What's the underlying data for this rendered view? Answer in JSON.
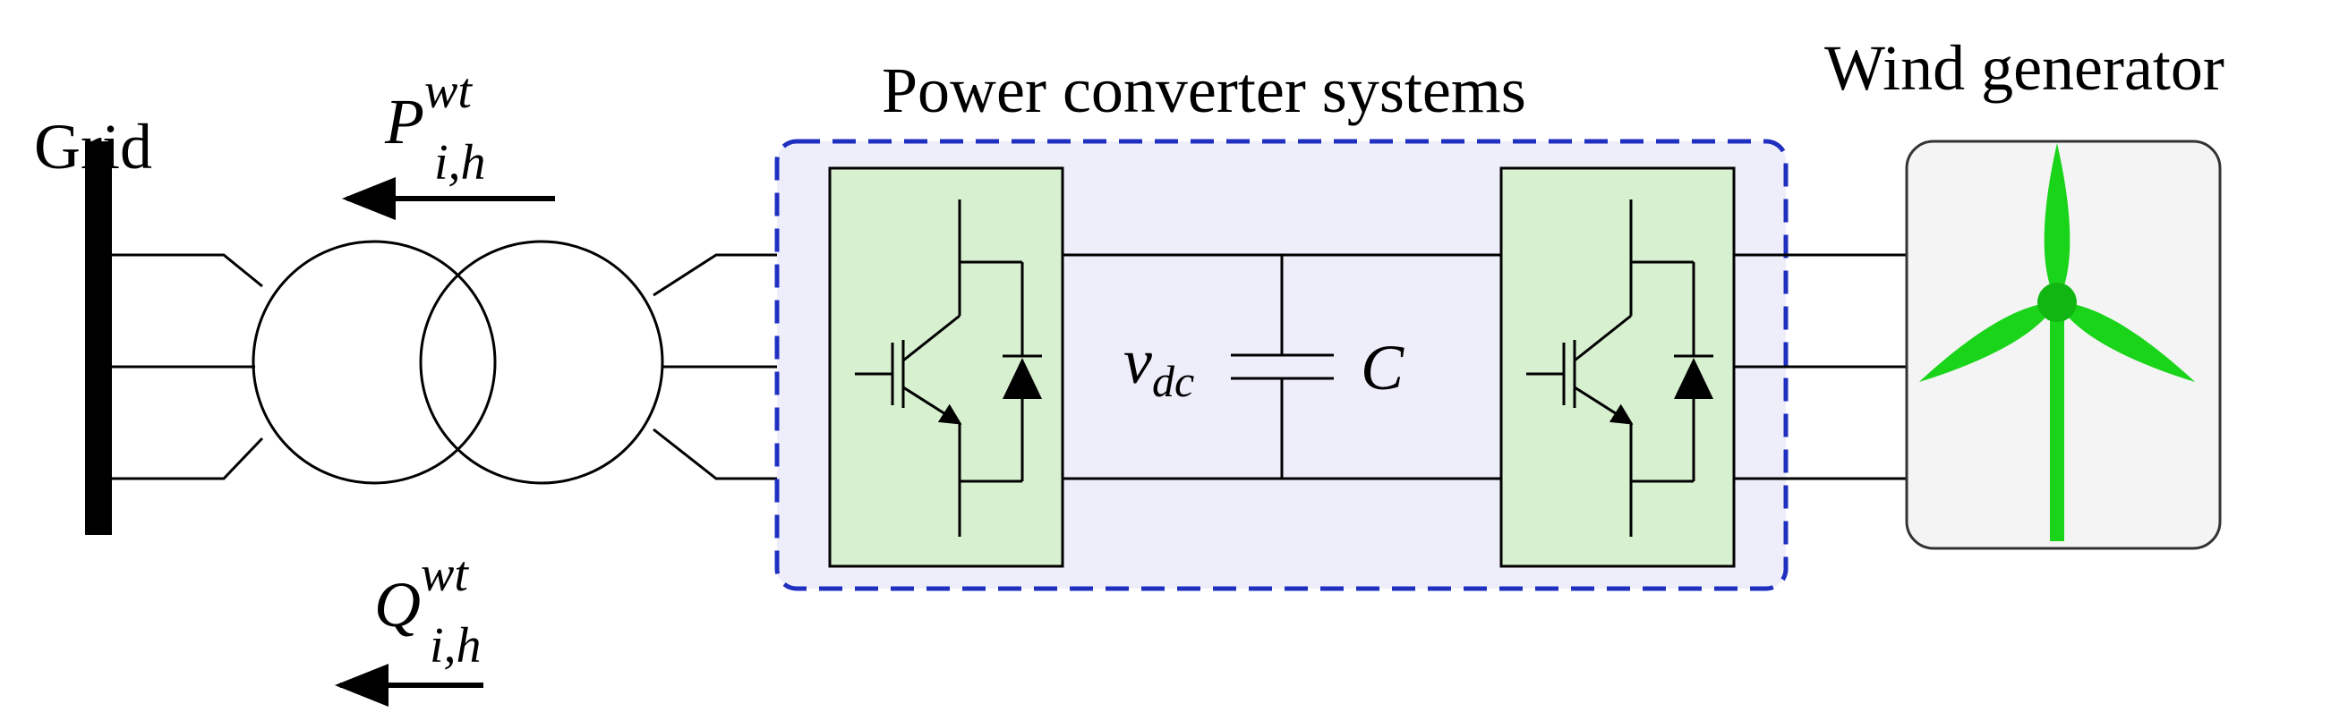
{
  "labels": {
    "grid": "Grid",
    "converter_title": "Power converter systems",
    "generator_title": "Wind generator",
    "capacitor": "C"
  },
  "math": {
    "active_power": {
      "base": "P",
      "sup": "wt",
      "sub": "i,h"
    },
    "reactive_power": {
      "base": "Q",
      "sup": "wt",
      "sub": "i,h"
    },
    "dc_voltage": {
      "base": "v",
      "sub": "dc"
    }
  },
  "colors": {
    "converter_region_fill": "#eeeefb",
    "converter_region_border": "#1f2fbf",
    "module_fill": "#d7f0d0",
    "blade_fill": "#1ad41a",
    "generator_box_fill": "#f4f4f4",
    "grid_bar": "#000000"
  },
  "icons": [
    "transformer-icon",
    "igbt-diode-switch-icon",
    "capacitor-icon",
    "wind-turbine-icon",
    "arrow-left-icon"
  ]
}
